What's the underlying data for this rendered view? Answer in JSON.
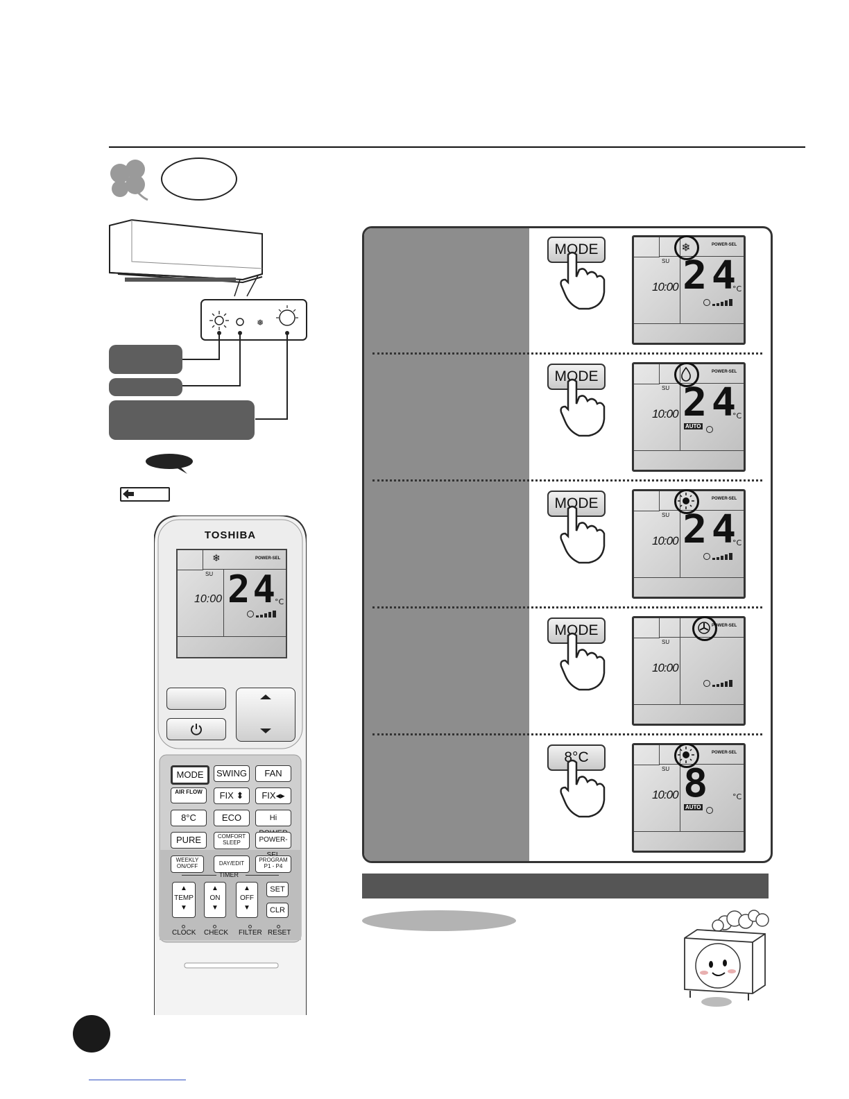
{
  "remote": {
    "brand": "TOSHIBA",
    "lcd": {
      "power_sel": "POWER-SEL",
      "day": "SU",
      "clock": "10:00",
      "temp": "24",
      "unit": "°C"
    },
    "buttons": {
      "mode": "MODE",
      "swing": "SWING",
      "fan": "FAN",
      "airflow": "AIR FLOW",
      "fix_v": "FIX",
      "fix_h": "FIX",
      "eight_c": "8°C",
      "eco": "ECO",
      "hipower": "Hi POWER",
      "pure": "PURE",
      "comfort_sleep": "COMFORT SLEEP",
      "power_sel": "POWER-SEL",
      "weekly": "WEEKLY ON/OFF",
      "day_edit": "DAY/EDIT",
      "program": "PROGRAM P1 - P4",
      "timer": "TIMER",
      "temp": "TEMP",
      "on": "ON",
      "off": "OFF",
      "set": "SET",
      "clr": "CLR"
    },
    "bottom": [
      "CLOCK",
      "CHECK",
      "FILTER",
      "RESET"
    ]
  },
  "steps": [
    {
      "button": "MODE",
      "lcd": {
        "temp": "24",
        "clock": "10:00",
        "day": "SU",
        "unit": "°C",
        "auto": "",
        "power_sel": "POWER-SEL",
        "mode_icon": "snowflake-icon"
      }
    },
    {
      "button": "MODE",
      "lcd": {
        "temp": "24",
        "clock": "10:00",
        "day": "SU",
        "unit": "°C",
        "auto": "AUTO",
        "power_sel": "POWER-SEL",
        "mode_icon": "droplet-icon"
      }
    },
    {
      "button": "MODE",
      "lcd": {
        "temp": "24",
        "clock": "10:00",
        "day": "SU",
        "unit": "°C",
        "auto": "",
        "power_sel": "POWER-SEL",
        "mode_icon": "sun-icon"
      }
    },
    {
      "button": "MODE",
      "lcd": {
        "temp": "",
        "clock": "10:00",
        "day": "SU",
        "unit": "",
        "auto": "",
        "power_sel": "POWER-SEL",
        "mode_icon": "fan-icon"
      }
    },
    {
      "button": "8°C",
      "lcd": {
        "temp": "8",
        "clock": "10:00",
        "day": "SU",
        "unit": "°C",
        "auto": "AUTO",
        "power_sel": "POWER-SEL",
        "mode_icon": "sun-icon"
      }
    }
  ]
}
